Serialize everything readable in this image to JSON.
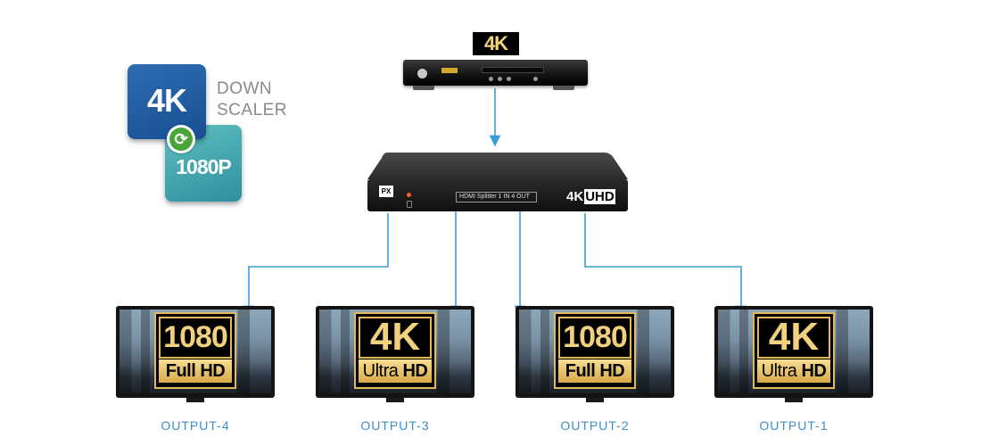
{
  "badge": {
    "top_label": "4K",
    "bottom_label": "1080P",
    "text_line1": "DOWN",
    "text_line2": "SCALER"
  },
  "source": {
    "tag": "4K"
  },
  "splitter": {
    "logo": "PX",
    "model_plate": "HDMI Splitter 1 IN 4 OUT",
    "uhd_main": "4K",
    "uhd_box": "UHD"
  },
  "outputs": [
    {
      "label": "OUTPUT-4",
      "badge_top": "1080",
      "badge_bottom_a": "Full",
      "badge_bottom_b": "HD"
    },
    {
      "label": "OUTPUT-3",
      "badge_top": "4K",
      "badge_bottom_a": "Ultra",
      "badge_bottom_b": "HD"
    },
    {
      "label": "OUTPUT-2",
      "badge_top": "1080",
      "badge_bottom_a": "Full",
      "badge_bottom_b": "HD"
    },
    {
      "label": "OUTPUT-1",
      "badge_top": "4K",
      "badge_bottom_a": "Ultra",
      "badge_bottom_b": "HD"
    }
  ],
  "colors": {
    "connector": "#3d9bd4",
    "label": "#3d8fc8",
    "badge_gold": "#e3b85a"
  }
}
